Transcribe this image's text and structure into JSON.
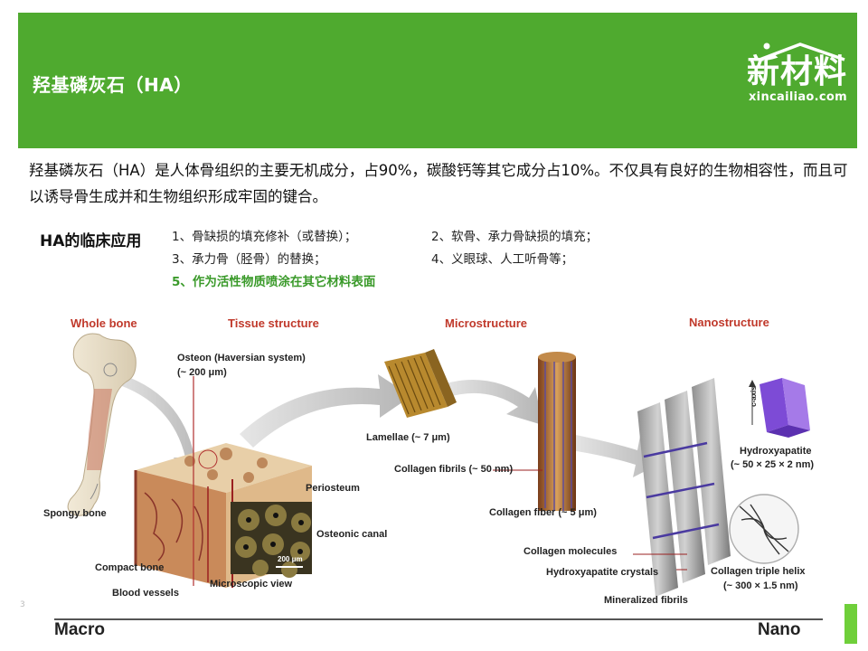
{
  "header": {
    "title": "羟基磷灰石（HA）",
    "logo_cn": "新材料",
    "logo_en": "xincailiao.com",
    "color": "#4faa2f"
  },
  "intro": "羟基磷灰石（HA）是人体骨组织的主要无机成分，占90%，碳酸钙等其它成分占10%。不仅具有良好的生物相容性，而且可以诱导骨生成并和生物组织形成牢固的键合。",
  "applications": {
    "title": "HA的临床应用",
    "items": [
      "1、骨缺损的填充修补（或替换）；",
      "2、软骨、承力骨缺损的填充；",
      "3、承力骨（胫骨）的替换；",
      "4、义眼球、人工听骨等；",
      "5、作为活性物质喷涂在其它材料表面"
    ],
    "highlight_color": "#3a9a2a"
  },
  "diagram": {
    "sections": [
      "Whole bone",
      "Tissue structure",
      "Microstructure",
      "Nanostructure"
    ],
    "labels": {
      "osteon": "Osteon (Haversian system)",
      "osteon_size": "(~ 200 μm)",
      "lamellae": "Lamellae (~ 7 μm)",
      "collagen_fibrils": "Collagen fibrils (~ 50 nm)",
      "collagen_fiber": "Collagen fiber (~ 5 μm)",
      "hydroxyapatite": "Hydroxyapatite",
      "hydroxyapatite_size": "(~ 50 × 25 × 2 nm)",
      "c_axis": "c-axis",
      "periosteum": "Periosteum",
      "osteonic_canal": "Osteonic canal",
      "spongy_bone": "Spongy bone",
      "compact_bone": "Compact bone",
      "blood_vessels": "Blood vessels",
      "microscopic_view": "Microscopic view",
      "scale_bar": "200 μm",
      "collagen_molecules": "Collagen molecules",
      "ha_crystals": "Hydroxyapatite crystals",
      "triple_helix": "Collagen triple helix",
      "triple_helix_size": "(~ 300 × 1.5 nm)",
      "mineralized_fibrils": "Mineralized fibrils"
    },
    "scale": {
      "left": "Macro",
      "right": "Nano"
    }
  },
  "page_number": "3"
}
